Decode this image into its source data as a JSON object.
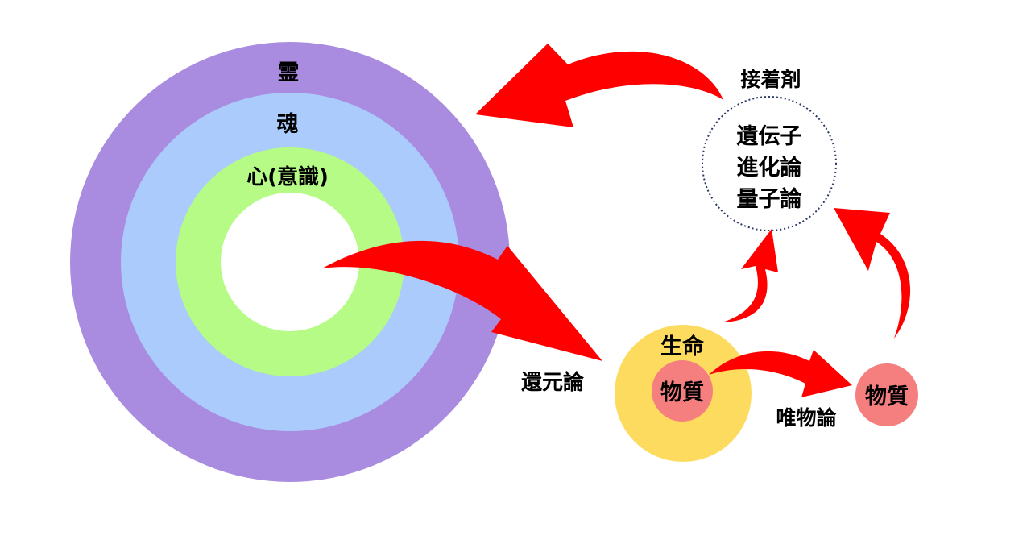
{
  "diagram": {
    "rings": {
      "rei": "霊",
      "tamashii": "魂",
      "kokoro": "心(意識)"
    },
    "life_circle": {
      "outer_label": "生命",
      "inner_label": "物質"
    },
    "matter_circle": {
      "label": "物質"
    },
    "glue": {
      "title": "接着剤",
      "lines": [
        "遺伝子",
        "進化論",
        "量子論"
      ]
    },
    "edge_labels": {
      "reductionism": "還元論",
      "materialism": "唯物論"
    }
  },
  "colors": {
    "ring_outer": "#a98ce0",
    "ring_middle": "#aacbfb",
    "ring_inner": "#b5fb86",
    "center": "#ffffff",
    "life": "#fddb5e",
    "matter": "#f57f7f",
    "arrow": "#ff0000",
    "glue_border": "#2b3a67"
  }
}
